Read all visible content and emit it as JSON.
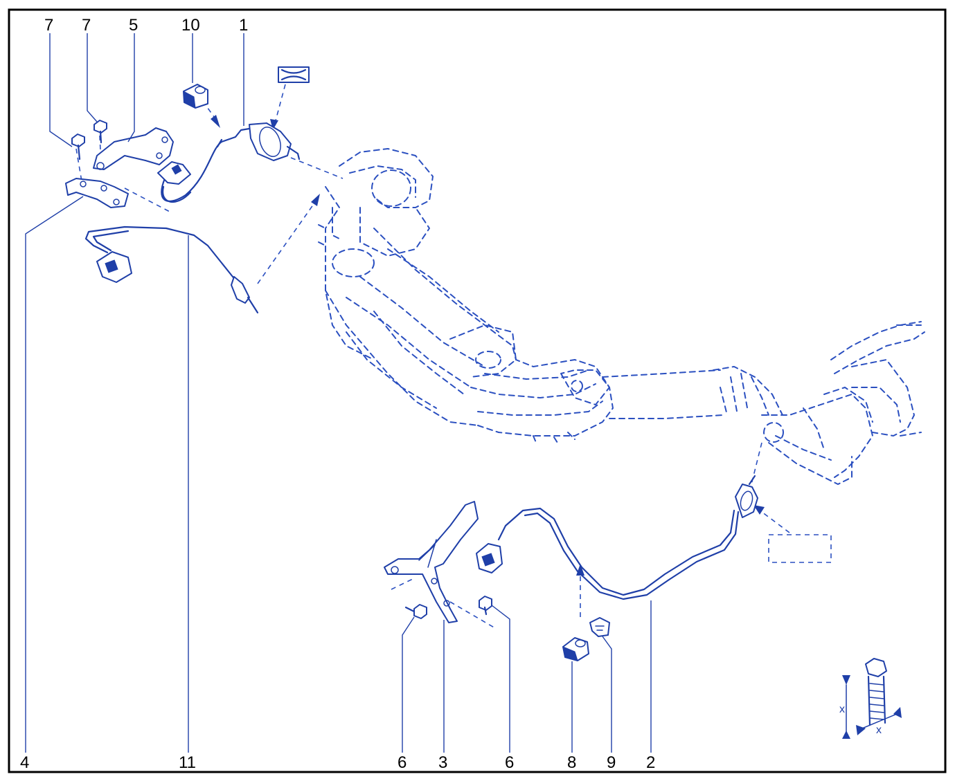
{
  "diagram": {
    "callouts": {
      "c1": "1",
      "c2": "2",
      "c3": "3",
      "c4": "4",
      "c5": "5",
      "c6a": "6",
      "c6b": "6",
      "c7a": "7",
      "c7b": "7",
      "c8": "8",
      "c9": "9",
      "c10": "10",
      "c11": "11"
    },
    "torque_spec": {
      "x_label_1": "x",
      "x_label_2": "x"
    },
    "colors": {
      "line": "#1f3fa8",
      "ghost": "#2a4fc0",
      "frame": "#000000",
      "callout_text": "#000000"
    }
  }
}
